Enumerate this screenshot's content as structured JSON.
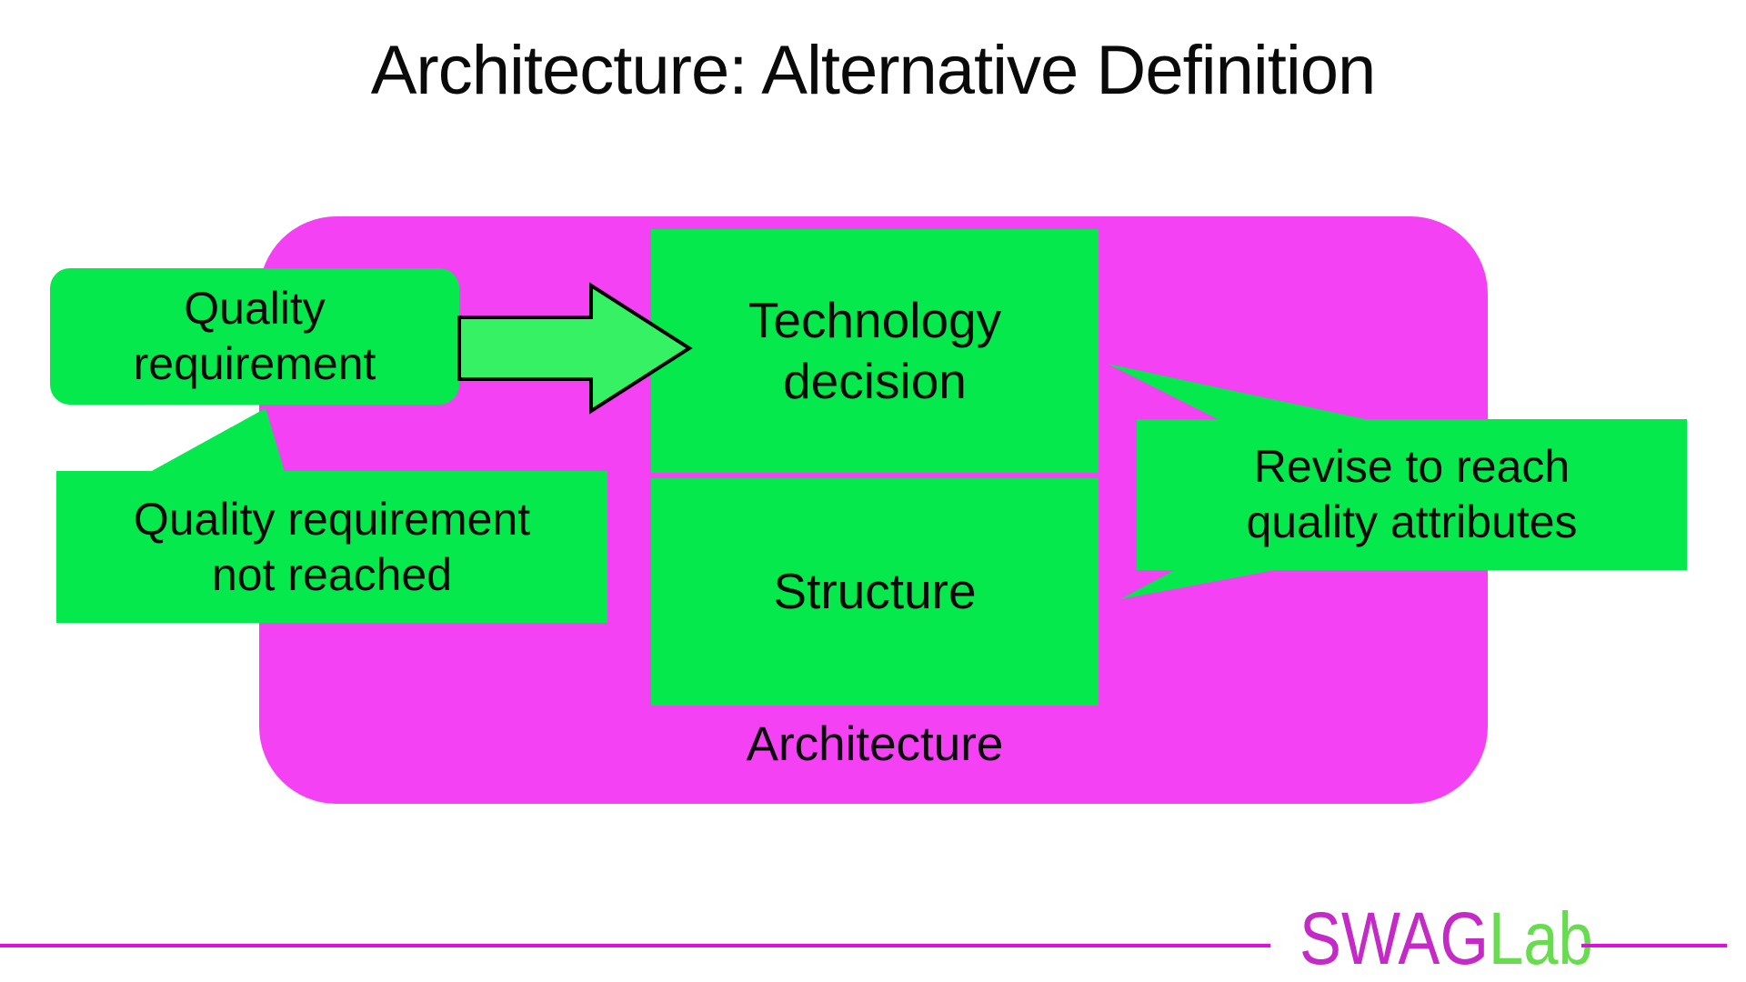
{
  "slide": {
    "title": "Architecture: Alternative Definition",
    "diagram": {
      "container_label": "Architecture",
      "nodes": [
        {
          "id": "quality-requirement",
          "label": "Quality requirement",
          "lines": [
            "Quality",
            "requirement"
          ]
        },
        {
          "id": "technology-decision",
          "label": "Technology decision",
          "lines": [
            "Technology",
            "decision"
          ]
        },
        {
          "id": "structure",
          "label": "Structure",
          "lines": [
            "Structure"
          ]
        }
      ],
      "callouts": [
        {
          "id": "quality-requirement-not-reached",
          "label": "Quality requirement not reached",
          "lines": [
            "Quality requirement",
            "not reached"
          ]
        },
        {
          "id": "revise-to-reach-quality-attributes",
          "label": "Revise to reach quality attributes",
          "lines": [
            "Revise to reach",
            "quality attributes"
          ]
        }
      ],
      "arrow": {
        "from": "quality-requirement",
        "to": "technology-decision"
      }
    },
    "footer": {
      "logo_swag": "SWAG",
      "logo_lab": "Lab"
    },
    "colors": {
      "box_green": "#06e94c",
      "arrow_green": "#35f163",
      "magenta": "#f341f3",
      "line_magenta": "#db12db",
      "swag": "#c42bc6",
      "lab": "#67dc4f",
      "text": "#0a0a0a"
    }
  }
}
